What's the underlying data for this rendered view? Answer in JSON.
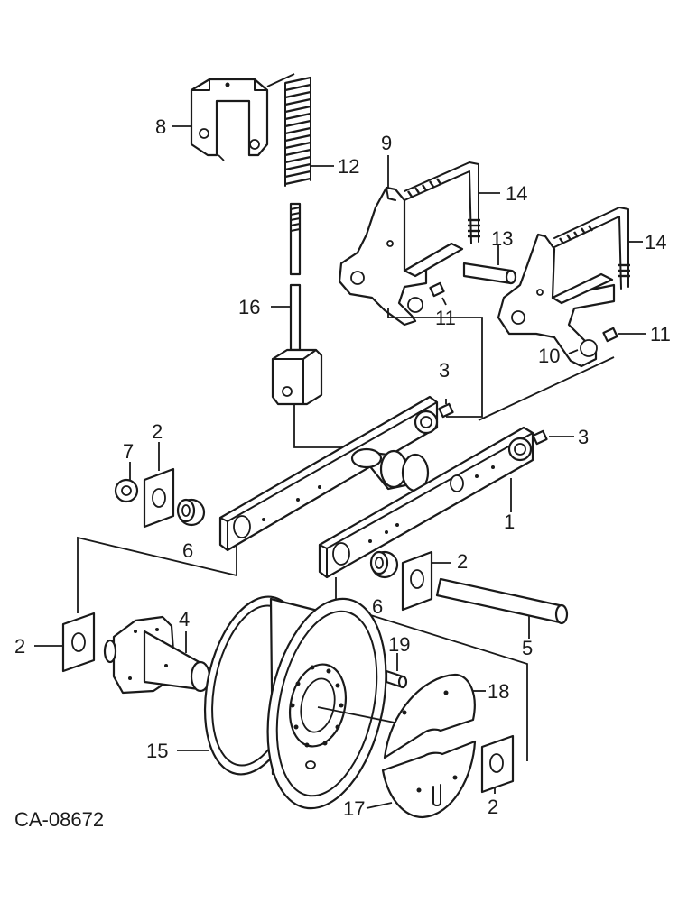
{
  "reference_code": "CA-08672",
  "labels": {
    "l1": "1",
    "l2a": "2",
    "l2b": "2",
    "l2c": "2",
    "l2d": "2",
    "l3a": "3",
    "l3b": "3",
    "l4": "4",
    "l5": "5",
    "l6a": "6",
    "l6b": "6",
    "l7": "7",
    "l8": "8",
    "l9": "9",
    "l10": "10",
    "l11a": "11",
    "l11b": "11",
    "l12": "12",
    "l13": "13",
    "l14a": "14",
    "l14b": "14",
    "l15": "15",
    "l16": "16",
    "l17": "17",
    "l18": "18",
    "l19": "19"
  }
}
